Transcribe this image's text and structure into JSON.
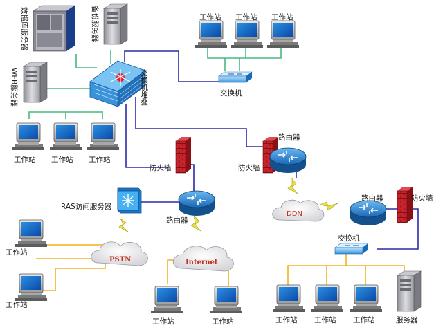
{
  "labels": {
    "db_server": "数据库服务器",
    "backup_server": "备份服务器",
    "web_server": "WEB服务器",
    "switch_stack": "交换机堆叠",
    "switch_top": "交换机",
    "switch_bottom": "交换机",
    "workstation": "工作站",
    "firewall": "防火墙",
    "router": "路由器",
    "ras_server": "RAS访问服务器",
    "server": "服务器"
  },
  "clouds": {
    "pstn": "PSTN",
    "internet": "Internet",
    "ddn": "DDN"
  },
  "colors": {
    "blue_link": "#2a2aa8",
    "yellow_link": "#f2b21a",
    "green_link": "#48b880",
    "lightning": "#e8e040",
    "firewall": "#c4202a",
    "device_blue": "#2a78c8"
  }
}
